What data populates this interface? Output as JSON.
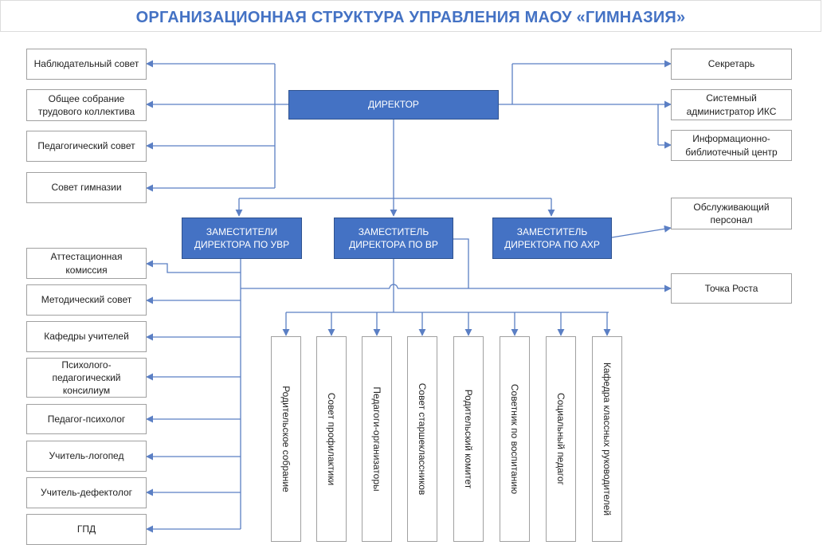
{
  "title": "ОРГАНИЗАЦИОННАЯ СТРУКТУРА УПРАВЛЕНИЯ МАОУ «ГИМНАЗИЯ»",
  "director": "ДИРЕКТОР",
  "left_top": [
    "Наблюдательный совет",
    "Общее собрание трудового коллектива",
    "Педагогический совет",
    "Совет гимназии"
  ],
  "right_top": [
    "Секретарь",
    "Системный администратор ИКС",
    "Информационно-библиотечный центр"
  ],
  "deputies": [
    "ЗАМЕСТИТЕЛИ ДИРЕКТОРА ПО УВР",
    "ЗАМЕСТИТЕЛЬ ДИРЕКТОРА ПО ВР",
    "ЗАМЕСТИТЕЛЬ ДИРЕКТОРА ПО АХР"
  ],
  "service_staff": "Обслуживающий персонал",
  "tochka_rosta": "Точка Роста",
  "left_bottom": [
    "Аттестационная комиссия",
    "Методический совет",
    "Кафедры учителей",
    "Психолого-педагогический консилиум",
    "Педагог-психолог",
    "Учитель-логопед",
    "Учитель-дефектолог",
    "ГПД"
  ],
  "vr_units": [
    "Родительское собрание",
    "Совет профилактики",
    "Педагоги-организаторы",
    "Совет старшеклассников",
    "Родительский комитет",
    "Советник по воспитанию",
    "Социальный педагог",
    "Кафедра классных руководителей"
  ],
  "colors": {
    "accent": "#4472c4",
    "title": "#4472c4",
    "line": "#5b7fc4"
  }
}
